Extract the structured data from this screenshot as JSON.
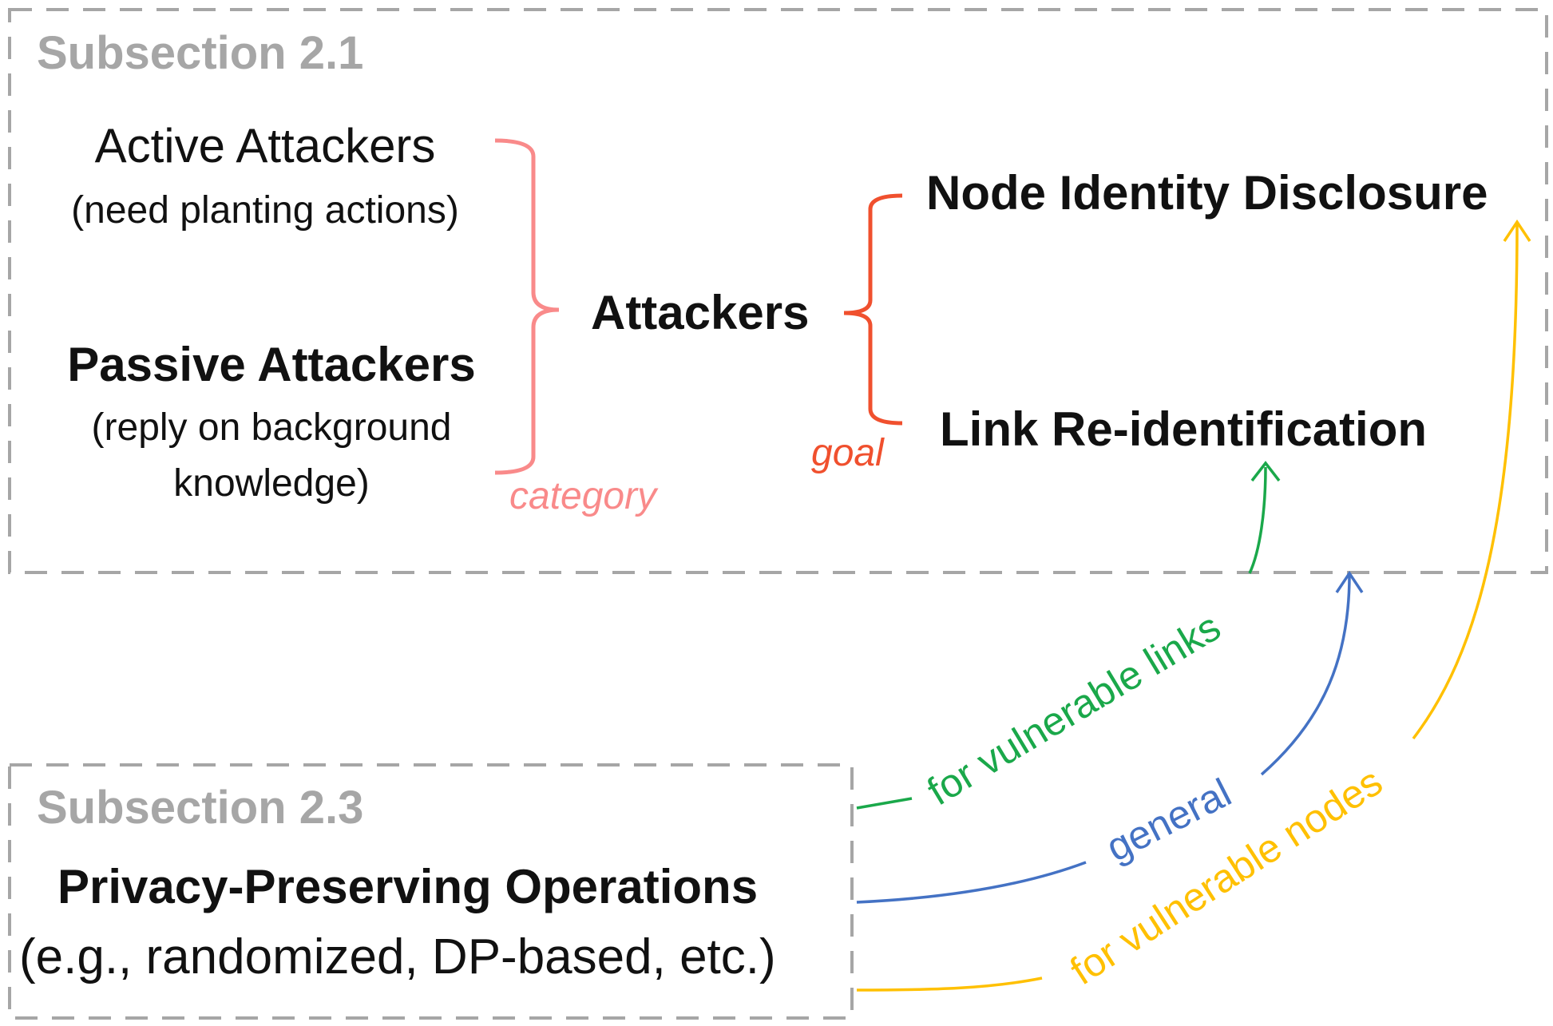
{
  "section_a": {
    "title": "Subsection 2.1",
    "active": {
      "title": "Active Attackers",
      "note": "(need planting actions)"
    },
    "passive": {
      "title": "Passive Attackers",
      "note_line1": "(reply on background",
      "note_line2": "knowledge)"
    },
    "category_label": "category",
    "center": "Attackers",
    "goal_label": "goal",
    "goal_top": "Node Identity Disclosure",
    "goal_bottom": "Link Re-identification"
  },
  "section_b": {
    "title": "Subsection 2.3",
    "ops_title": "Privacy-Preserving Operations",
    "ops_note": "(e.g., randomized, DP-based, etc.)"
  },
  "edges": {
    "links": "for vulnerable links",
    "general": "general",
    "nodes": "for vulnerable nodes"
  },
  "colors": {
    "category": "#f98a8a",
    "goal": "#f0502e",
    "links": "#1aa84a",
    "general": "#4472c4",
    "nodes": "#ffc000",
    "box_border": "#a6a6a6",
    "section_title": "#a6a6a6"
  }
}
